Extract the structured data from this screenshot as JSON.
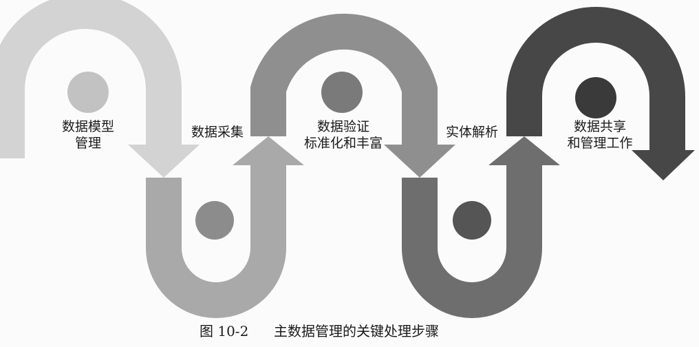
{
  "figure": {
    "caption_number": "图 10-2",
    "caption_title": "主数据管理的关键处理步骤"
  },
  "steps": [
    {
      "lines": [
        "数据模型",
        "管理"
      ],
      "color": "#d3d3d3",
      "circle_color": "#c2c2c2"
    },
    {
      "lines": [
        "数据采集"
      ],
      "color": "#a9a9a9",
      "circle_color": "#8c8c8c"
    },
    {
      "lines": [
        "数据验证",
        "标准化和丰富"
      ],
      "color": "#8f8f8f",
      "circle_color": "#7a7a7a"
    },
    {
      "lines": [
        "实体解析"
      ],
      "color": "#6e6e6e",
      "circle_color": "#555555"
    },
    {
      "lines": [
        "数据共享",
        "和管理工作"
      ],
      "color": "#474747",
      "circle_color": "#3a3a3a"
    }
  ]
}
